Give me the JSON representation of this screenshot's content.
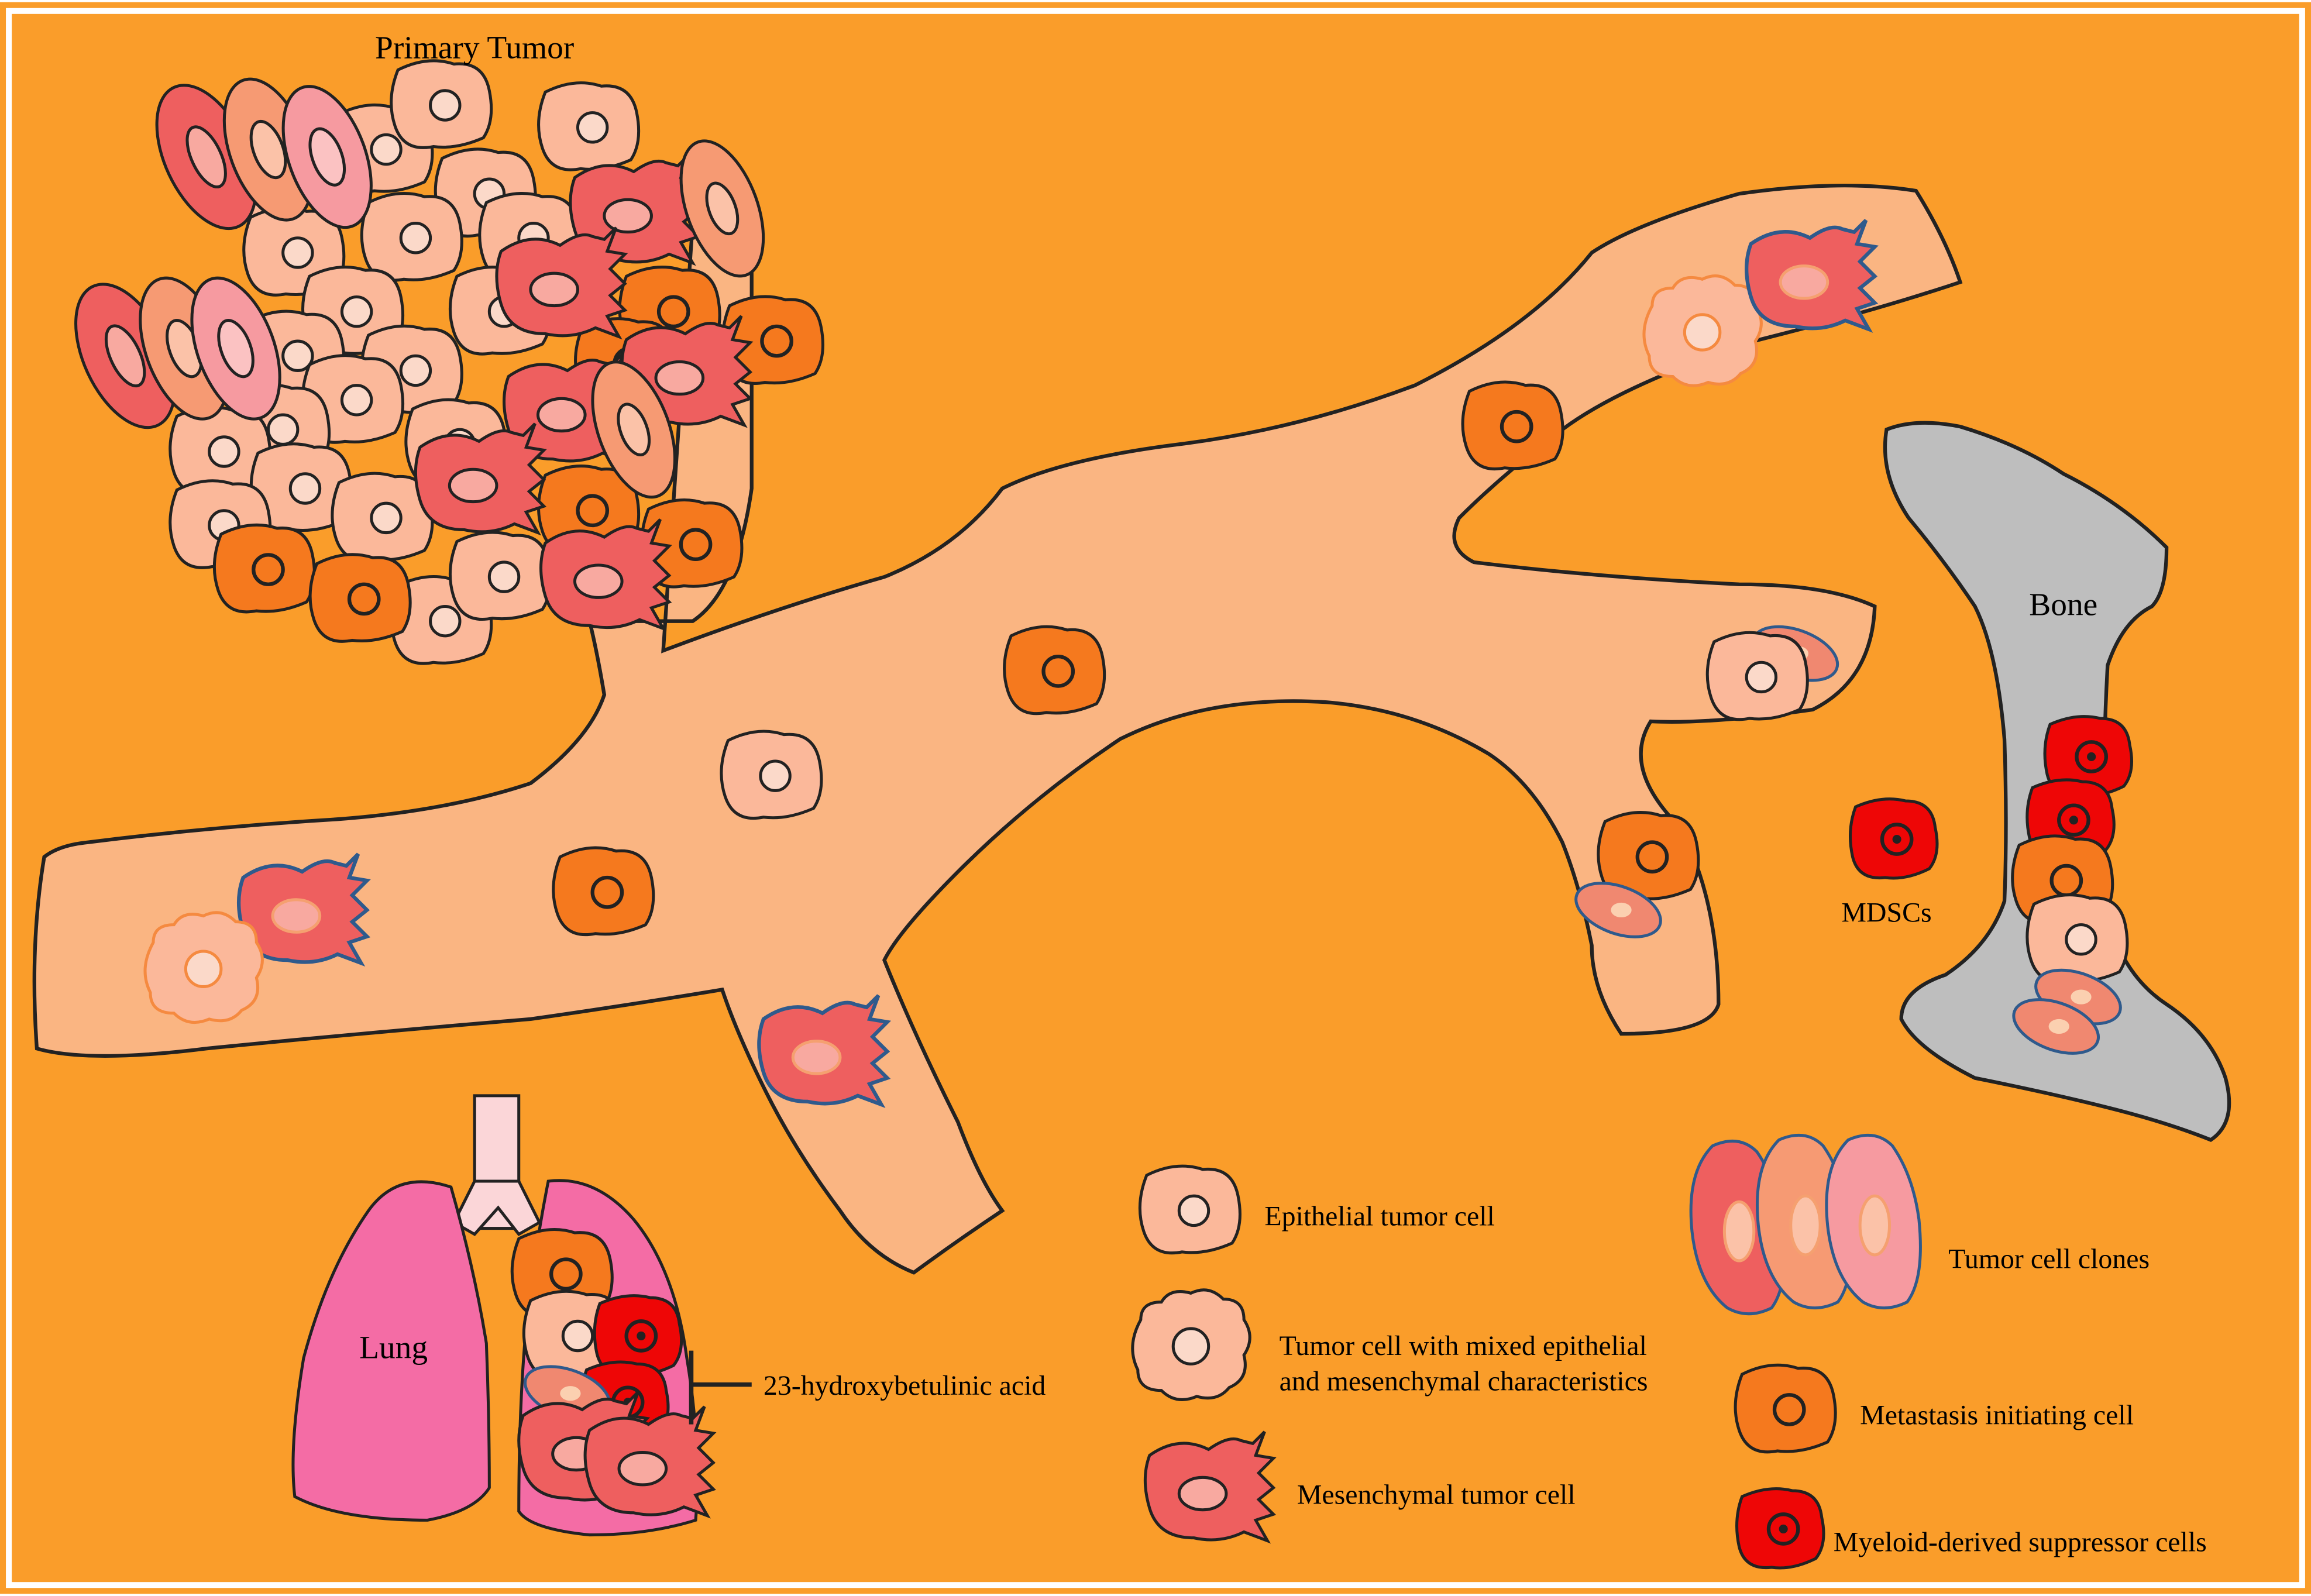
{
  "labels": {
    "primary_tumor": "Primary Tumor",
    "bone": "Bone",
    "lung": "Lung",
    "mdscs": "MDSCs",
    "drug": "23-hydroxybetulinic acid"
  },
  "legend": {
    "epithelial": "Epithelial tumor cell",
    "mixed_line1": "Tumor cell with mixed epithelial",
    "mixed_line2": "and mesenchymal characteristics",
    "mesenchymal": "Mesenchymal tumor cell",
    "clones": "Tumor cell clones",
    "metastasis": "Metastasis initiating cell",
    "mdsc": "Myeloid-derived suppressor cells"
  },
  "colors": {
    "background": "#FA9D2A",
    "vessel": "#FAB582",
    "bone": "#BEBEBE",
    "lung": "#F46CA5",
    "trachea": "#FBD6D8",
    "epithelial": "#FBB89A",
    "metastasis": "#F5791E",
    "mesenchymal": "#EE5F5F",
    "mdsc": "#EE0606",
    "clone_pink": "#F69AA0"
  }
}
